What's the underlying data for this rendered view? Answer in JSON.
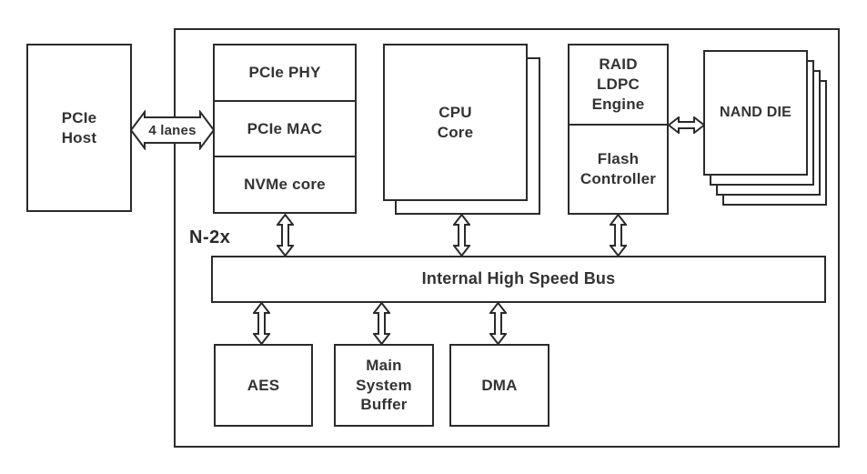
{
  "colors": {
    "background": "#ffffff",
    "line": "#2b2b2b",
    "text": "#333333"
  },
  "nodes": {
    "pcie_host": {
      "label": "PCIe\nHost"
    },
    "pcie_phy": {
      "label": "PCIe PHY"
    },
    "pcie_mac": {
      "label": "PCIe MAC"
    },
    "nvme_core": {
      "label": "NVMe core"
    },
    "cpu_core": {
      "label": "CPU\nCore"
    },
    "raid_ldpc_engine": {
      "label": "RAID\nLDPC\nEngine"
    },
    "flash_controller": {
      "label": "Flash\nController"
    },
    "nand_die": {
      "label": "NAND DIE"
    },
    "internal_bus": {
      "label": "Internal High Speed Bus"
    },
    "aes": {
      "label": "AES"
    },
    "main_system_buffer": {
      "label": "Main\nSystem\nBuffer"
    },
    "dma": {
      "label": "DMA"
    }
  },
  "annotations": {
    "lanes": {
      "label": "4 lanes"
    },
    "multiplier": {
      "label": "N-2x"
    }
  }
}
